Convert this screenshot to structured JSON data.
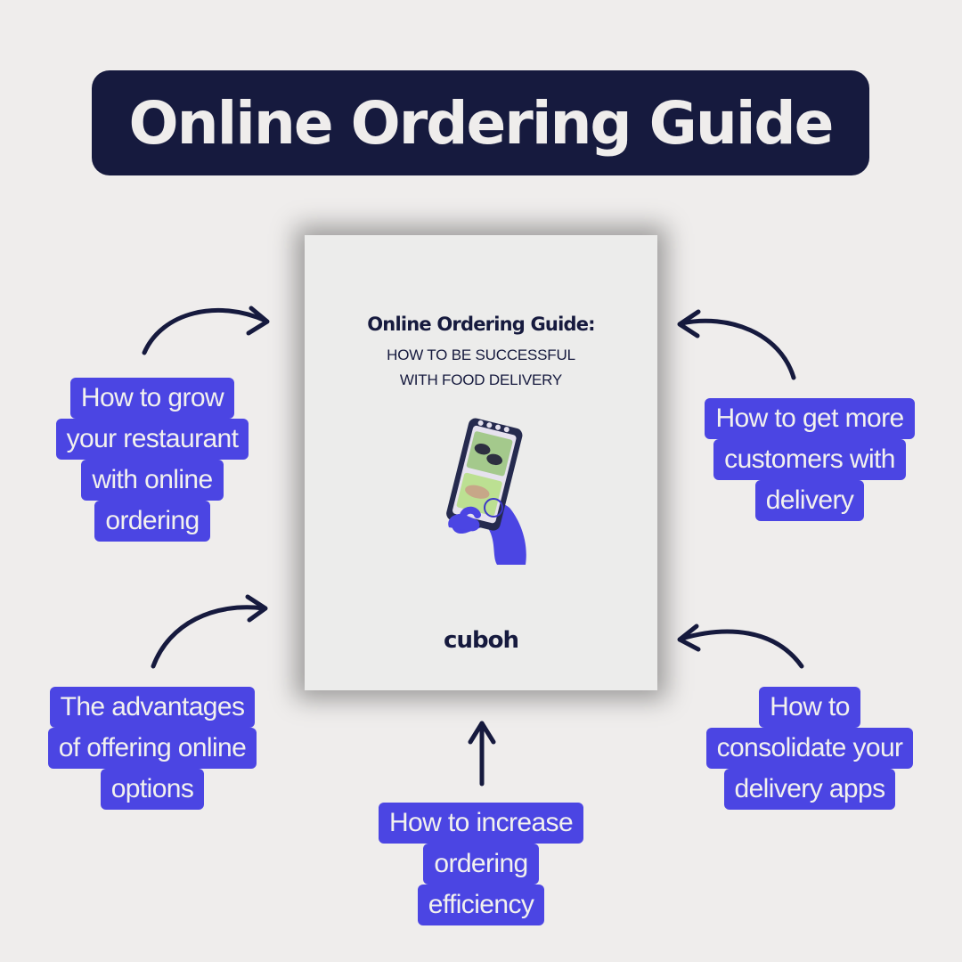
{
  "title": "Online Ordering Guide",
  "cover": {
    "title": "Online Ordering Guide:",
    "subtitle_line1": "HOW TO BE SUCCESSFUL",
    "subtitle_line2": "WITH FOOD DELIVERY",
    "brand": "cuboh"
  },
  "labels": {
    "grow": [
      "How to grow",
      "your restaurant",
      "with online",
      "ordering"
    ],
    "advantages": [
      "The advantages",
      "of offering online",
      "options"
    ],
    "efficiency": [
      "How to increase",
      "ordering",
      "efficiency"
    ],
    "customers": [
      "How to get more",
      "customers with",
      "delivery"
    ],
    "consolidate": [
      "How to",
      "consolidate your",
      "delivery apps"
    ]
  },
  "colors": {
    "background": "#efedec",
    "navy": "#161a3e",
    "accent_blue": "#4b45e3",
    "label_text": "#f2f1ee"
  }
}
